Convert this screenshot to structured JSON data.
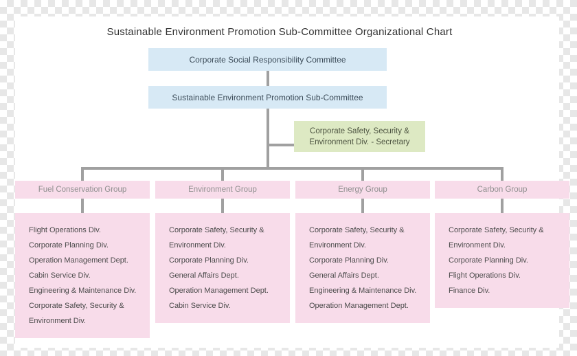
{
  "title": "Sustainable Environment Promotion Sub-Committee Organizational Chart",
  "committee_box": {
    "label": "Corporate Social Responsibility Committee"
  },
  "subcommittee_box": {
    "label": "Sustainable Environment Promotion Sub-Committee"
  },
  "secretary_box": {
    "line1": "Corporate Safety, Security &",
    "line2": "Environment Div. - Secretary"
  },
  "groups": [
    {
      "name": "Fuel Conservation Group",
      "members": [
        "Flight Operations Div.",
        "Corporate Planning Div.",
        "Operation Management Dept.",
        "Cabin Service Div.",
        "Engineering & Maintenance Div.",
        "Corporate Safety, Security & Environment Div."
      ]
    },
    {
      "name": "Environment Group",
      "members": [
        "Corporate Safety, Security & Environment Div.",
        "Corporate Planning Div.",
        "General Affairs Dept.",
        "Operation Management Dept.",
        "Cabin Service Div."
      ]
    },
    {
      "name": "Energy Group",
      "members": [
        "Corporate Safety, Security & Environment Div.",
        "Corporate Planning Div.",
        "General Affairs Dept.",
        "Engineering & Maintenance Div.",
        "Operation Management Dept."
      ]
    },
    {
      "name": "Carbon Group",
      "members": [
        "Corporate Safety, Security & Environment Div.",
        "Corporate Planning Div.",
        "Flight Operations Div.",
        "Finance Div."
      ]
    }
  ],
  "colors": {
    "committee_blue": "#d7e9f5",
    "secretary_green": "#dde9c3",
    "group_pink": "#f8dcea",
    "connector_gray": "#a0a0a0",
    "checkerboard_gray": "#e7e7e7"
  }
}
